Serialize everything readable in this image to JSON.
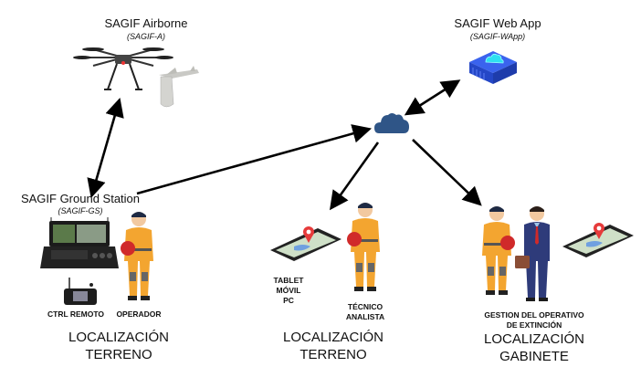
{
  "nodes": {
    "airborne": {
      "title": "SAGIF Airborne",
      "subtitle": "(SAGIF-A)"
    },
    "webapp": {
      "title": "SAGIF Web App",
      "subtitle": "(SAGIF-WApp)"
    },
    "ground_station": {
      "title": "SAGIF Ground Station",
      "subtitle": "(SAGIF-GS)"
    },
    "cloud": {
      "icon": "cloud-icon"
    }
  },
  "ground_group": {
    "remote_label": "CTRL REMOTO",
    "operator_label": "OPERADOR",
    "location_line1": "LOCALIZACIÓN",
    "location_line2": "TERRENO"
  },
  "field_group": {
    "device_lines": [
      "TABLET",
      "MÓVIL",
      "PC"
    ],
    "analyst_lines": [
      "TÉCNICO",
      "ANALISTA"
    ],
    "location_line1": "LOCALIZACIÓN",
    "location_line2": "TERRENO"
  },
  "office_group": {
    "management_lines": [
      "GESTION DEL OPERATIVO",
      "DE EXTINCIÓN"
    ],
    "location_line1": "LOCALIZACIÓN",
    "location_line2": "GABINETE"
  },
  "connections": [
    {
      "from": "SAGIF Airborne",
      "to": "SAGIF Ground Station",
      "type": "bidirectional"
    },
    {
      "from": "SAGIF Ground Station",
      "to": "Cloud",
      "type": "unidirectional"
    },
    {
      "from": "Cloud",
      "to": "SAGIF Web App",
      "type": "bidirectional"
    },
    {
      "from": "Cloud",
      "to": "Localización Terreno (Técnico)",
      "type": "unidirectional"
    },
    {
      "from": "Cloud",
      "to": "Localización Gabinete",
      "type": "unidirectional"
    }
  ],
  "colors": {
    "cloud": "#2f5587",
    "server_blue": "#2d55e0",
    "firefighter_suit": "#f3a530",
    "pin_red": "#e63b3b",
    "suit_navy": "#2e3b7a"
  }
}
